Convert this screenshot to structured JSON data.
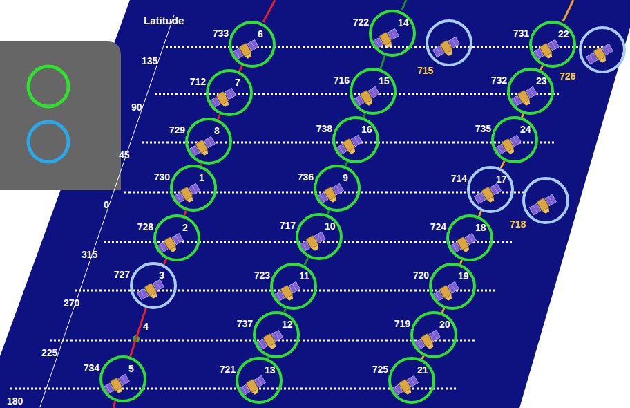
{
  "diagram": {
    "nodes": [
      {
        "text": [
          "733",
          "6"
        ]
      },
      {
        "text": [
          "722",
          "14"
        ]
      },
      {
        "text": [
          "715"
        ]
      },
      {
        "text": [
          "731",
          "22"
        ]
      },
      {
        "text": [
          "726"
        ]
      },
      {
        "text": [
          "712",
          "7"
        ]
      },
      {
        "text": [
          "716",
          "15"
        ]
      },
      {
        "text": [
          "732",
          "23"
        ]
      },
      {
        "text": [
          "729",
          "8"
        ]
      },
      {
        "text": [
          "738",
          "16"
        ]
      },
      {
        "text": [
          "735",
          "24"
        ]
      },
      {
        "text": [
          "730",
          "1"
        ]
      },
      {
        "text": [
          "736",
          "9"
        ]
      },
      {
        "text": [
          "714",
          "17"
        ]
      },
      {
        "text": [
          "718"
        ]
      },
      {
        "text": [
          "728",
          "2"
        ]
      },
      {
        "text": [
          "717",
          "10"
        ]
      },
      {
        "text": [
          "724",
          "18"
        ]
      },
      {
        "text": [
          "727",
          "3"
        ]
      },
      {
        "text": [
          "723",
          "11"
        ]
      },
      {
        "text": [
          "720",
          "19"
        ]
      },
      {
        "text": [
          "737",
          "12"
        ]
      },
      {
        "text": [
          "719",
          "20"
        ]
      },
      {
        "text": [
          "734",
          "5"
        ]
      },
      {
        "text": [
          "721",
          "13"
        ]
      },
      {
        "text": [
          "725",
          "21"
        ]
      }
    ],
    "edges": [
      {
        "from": 0,
        "to": 5,
        "arrow": "none"
      },
      {
        "from": 5,
        "to": 8,
        "arrow": "none"
      },
      {
        "from": 8,
        "to": 11,
        "arrow": "none"
      },
      {
        "from": 11,
        "to": 15,
        "arrow": "none"
      },
      {
        "from": 15,
        "to": 18,
        "arrow": "none"
      },
      {
        "from": 18,
        "to": 23,
        "arrow": "none"
      },
      {
        "from": 1,
        "to": 6,
        "arrow": "none"
      },
      {
        "from": 6,
        "to": 9,
        "arrow": "none"
      },
      {
        "from": 9,
        "to": 12,
        "arrow": "none"
      },
      {
        "from": 12,
        "to": 16,
        "arrow": "none"
      },
      {
        "from": 16,
        "to": 19,
        "arrow": "none"
      },
      {
        "from": 19,
        "to": 21,
        "arrow": "none"
      },
      {
        "from": 21,
        "to": 24,
        "arrow": "none"
      },
      {
        "from": 3,
        "to": 7,
        "arrow": "none"
      },
      {
        "from": 7,
        "to": 10,
        "arrow": "none"
      },
      {
        "from": 10,
        "to": 13,
        "arrow": "none"
      },
      {
        "from": 13,
        "to": 17,
        "arrow": "none"
      },
      {
        "from": 17,
        "to": 20,
        "arrow": "none"
      },
      {
        "from": 20,
        "to": 22,
        "arrow": "none"
      },
      {
        "from": 22,
        "to": 25,
        "arrow": "none"
      }
    ],
    "labels": [
      "Latitude",
      "135",
      "90",
      "45",
      "0",
      "315",
      "270",
      "225",
      "180",
      "4"
    ]
  }
}
